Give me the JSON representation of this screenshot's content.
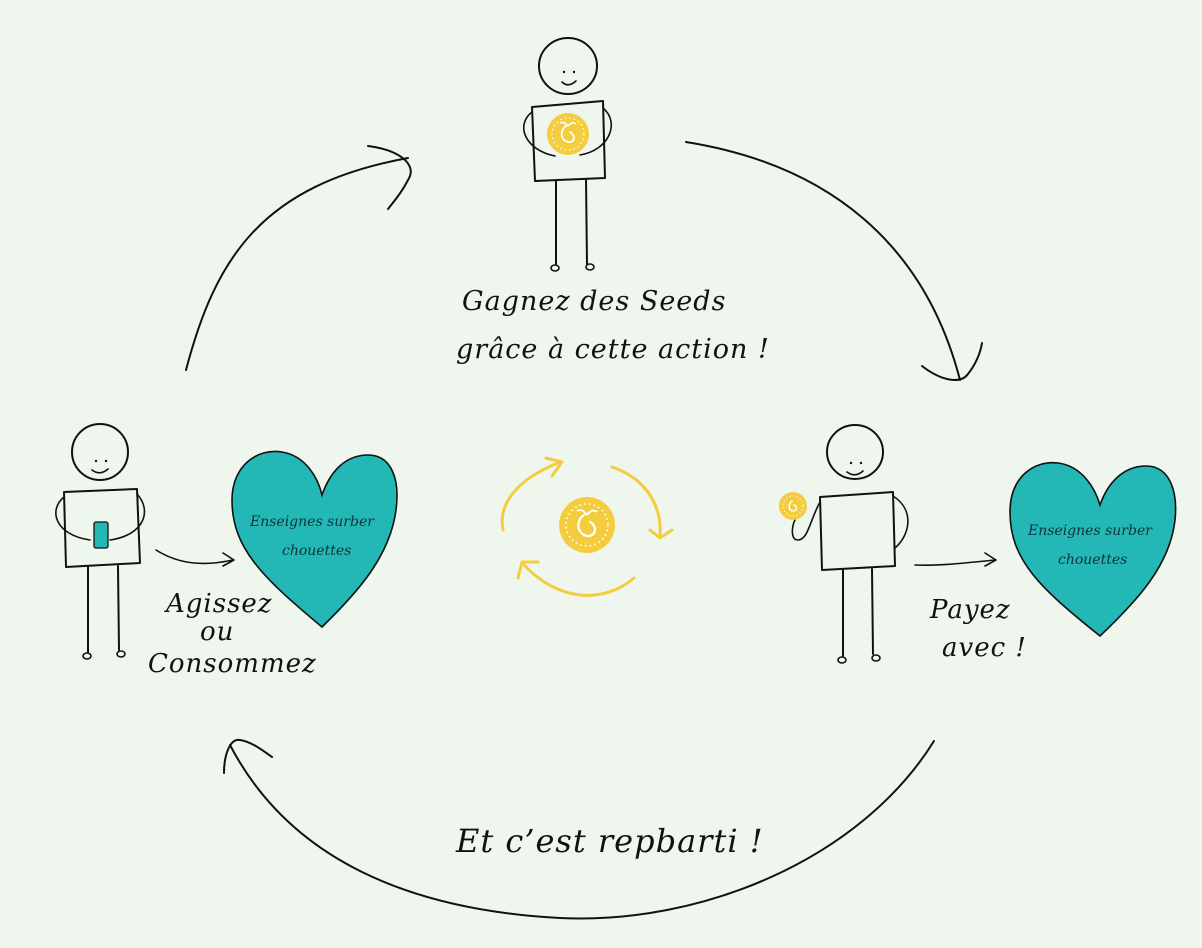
{
  "labels": {
    "earn_line1": "Gagnez des Seeds",
    "earn_line2": "grâce à cette action !",
    "act_line1": "Agissez",
    "act_line2": "ou",
    "act_line3": "Consommez",
    "pay_line1": "Payez",
    "pay_line2": "avec !",
    "restart": "Et c’est repbarti !"
  },
  "hearts": {
    "left_line1": "Enseignes surber",
    "left_line2": "chouettes",
    "right_line1": "Enseignes surber",
    "right_line2": "chouettes"
  },
  "colors": {
    "background": "#eef6ee",
    "heart": "#23b8b6",
    "coin": "#f4cd3f",
    "ink": "#111111",
    "phone": "#23b8b6"
  },
  "icons": {
    "coin": "seed-coin-icon",
    "cycle": "cycle-arrows-icon",
    "phone": "phone-icon"
  }
}
